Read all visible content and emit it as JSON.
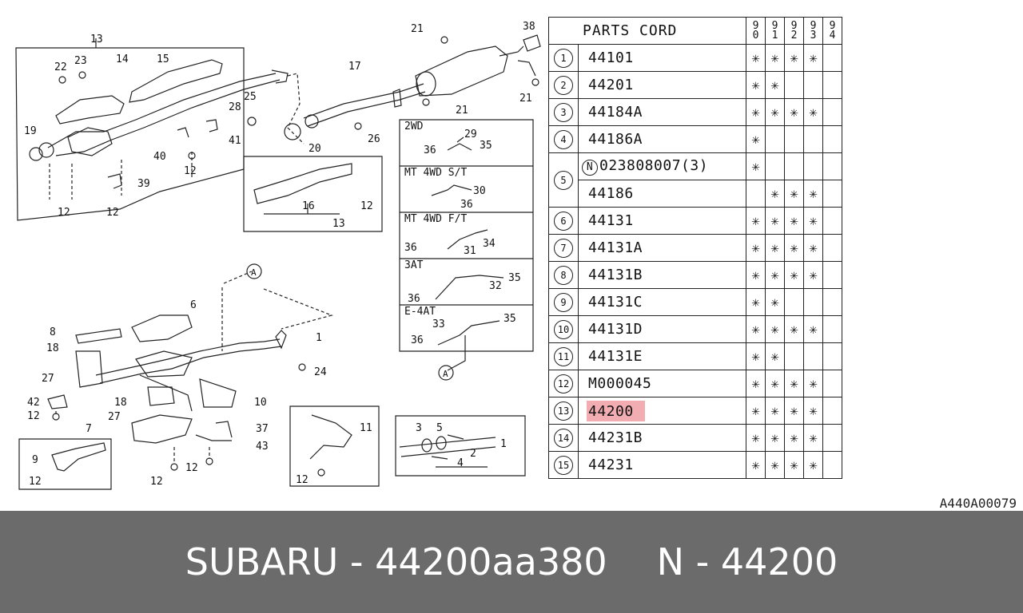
{
  "diagram": {
    "callouts": {
      "c13a": "13",
      "c14": "14",
      "c15": "15",
      "c22": "22",
      "c23": "23",
      "c19": "19",
      "c28": "28",
      "c25": "25",
      "c40": "40",
      "c41": "41",
      "c12a": "12",
      "c39": "39",
      "c12b": "12",
      "c12c": "12",
      "c17": "17",
      "c21a": "21",
      "c21b": "21",
      "c21c": "21",
      "c38": "38",
      "c20": "20",
      "c26": "26",
      "c16": "16",
      "c12d": "12",
      "c13b": "13",
      "cA1": "A",
      "c6": "6",
      "c8": "8",
      "c18a": "18",
      "c1a": "1",
      "c24": "24",
      "c27a": "27",
      "c42": "42",
      "c12e": "12",
      "c18b": "18",
      "c10": "10",
      "c27b": "27",
      "c7": "7",
      "c37": "37",
      "c43": "43",
      "c12f": "12",
      "c12g": "12",
      "c9": "9",
      "c12h": "12",
      "c11": "11",
      "c12i": "12",
      "c3": "3",
      "c5": "5",
      "c1b": "1",
      "c2": "2",
      "c4": "4",
      "cA2": "A"
    },
    "variants": [
      {
        "label": "2WD",
        "callouts": [
          "29",
          "36",
          "35"
        ]
      },
      {
        "label": "MT 4WD S/T",
        "callouts": [
          "30",
          "36"
        ]
      },
      {
        "label": "MT 4WD F/T",
        "callouts": [
          "36",
          "31",
          "34"
        ]
      },
      {
        "label": "3AT",
        "callouts": [
          "36",
          "32",
          "35"
        ]
      },
      {
        "label": "E-4AT",
        "callouts": [
          "33",
          "35",
          "36"
        ]
      }
    ]
  },
  "parts_table": {
    "title": "PARTS CORD",
    "years": [
      [
        "9",
        "0"
      ],
      [
        "9",
        "1"
      ],
      [
        "9",
        "2"
      ],
      [
        "9",
        "3"
      ],
      [
        "9",
        "4"
      ]
    ],
    "mark_symbol": "✳",
    "rows": [
      {
        "num": "1",
        "code": "44101",
        "marks": [
          1,
          1,
          1,
          1,
          0
        ]
      },
      {
        "num": "2",
        "code": "44201",
        "marks": [
          1,
          1,
          0,
          0,
          0
        ]
      },
      {
        "num": "3",
        "code": "44184A",
        "marks": [
          1,
          1,
          1,
          1,
          0
        ]
      },
      {
        "num": "4",
        "code": "44186A",
        "marks": [
          1,
          0,
          0,
          0,
          0
        ]
      },
      {
        "num": "5",
        "n_prefix": "N",
        "code": "023808007(3)",
        "marks": [
          1,
          0,
          0,
          0,
          0
        ],
        "second_code": "44186",
        "second_marks": [
          0,
          1,
          1,
          1,
          0
        ]
      },
      {
        "num": "6",
        "code": "44131",
        "marks": [
          1,
          1,
          1,
          1,
          0
        ]
      },
      {
        "num": "7",
        "code": "44131A",
        "marks": [
          1,
          1,
          1,
          1,
          0
        ]
      },
      {
        "num": "8",
        "code": "44131B",
        "marks": [
          1,
          1,
          1,
          1,
          0
        ]
      },
      {
        "num": "9",
        "code": "44131C",
        "marks": [
          1,
          1,
          0,
          0,
          0
        ]
      },
      {
        "num": "10",
        "code": "44131D",
        "marks": [
          1,
          1,
          1,
          1,
          0
        ]
      },
      {
        "num": "11",
        "code": "44131E",
        "marks": [
          1,
          1,
          0,
          0,
          0
        ]
      },
      {
        "num": "12",
        "code": "M000045",
        "marks": [
          1,
          1,
          1,
          1,
          0
        ]
      },
      {
        "num": "13",
        "code": "44200",
        "marks": [
          1,
          1,
          1,
          1,
          0
        ],
        "highlight": true
      },
      {
        "num": "14",
        "code": "44231B",
        "marks": [
          1,
          1,
          1,
          1,
          0
        ]
      },
      {
        "num": "15",
        "code": "44231",
        "marks": [
          1,
          1,
          1,
          1,
          0
        ]
      }
    ]
  },
  "reference_code": "A440A00079",
  "footer": {
    "left": "SUBARU - 44200aa380",
    "right": "N - 44200"
  },
  "colors": {
    "highlight": "#f1adb1",
    "footer_bg": "#6b6b6b",
    "footer_text": "#ffffff",
    "line": "#222222"
  }
}
